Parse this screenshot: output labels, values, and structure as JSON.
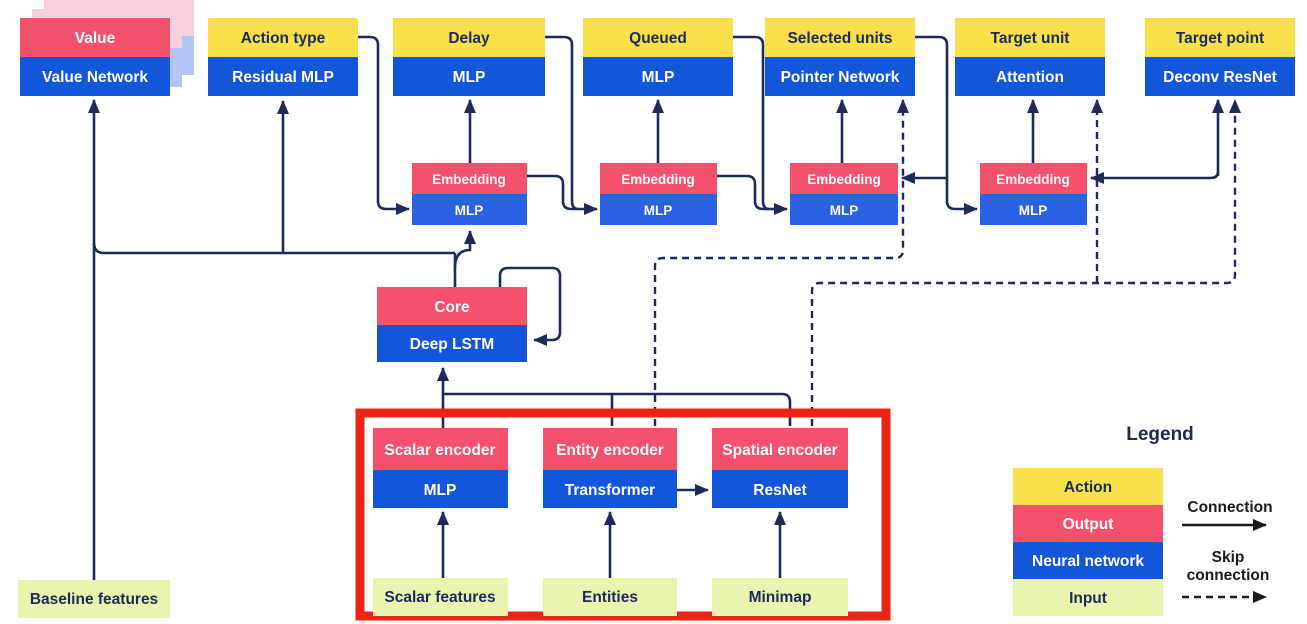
{
  "colors": {
    "action_yellow": "#F8E04B",
    "output_pink": "#F4516C",
    "network_blue": "#1356D9",
    "embedding_blue": "#2A62E4",
    "input_green": "#EAF4AF",
    "ghost_pink": "#F9CEDF",
    "ghost_blue": "#B3C5F2",
    "line_navy": "#1E2B58",
    "highlight_red": "#EB2417"
  },
  "heads": [
    {
      "top": "Value",
      "bottom": "Value Network",
      "top_type": "output"
    },
    {
      "top": "Action type",
      "bottom": "Residual MLP",
      "top_type": "action"
    },
    {
      "top": "Delay",
      "bottom": "MLP",
      "top_type": "action"
    },
    {
      "top": "Queued",
      "bottom": "MLP",
      "top_type": "action"
    },
    {
      "top": "Selected units",
      "bottom": "Pointer Network",
      "top_type": "action"
    },
    {
      "top": "Target unit",
      "bottom": "Attention",
      "top_type": "action"
    },
    {
      "top": "Target point",
      "bottom": "Deconv ResNet",
      "top_type": "action"
    }
  ],
  "embeddings": [
    {
      "top": "Embedding",
      "bottom": "MLP"
    },
    {
      "top": "Embedding",
      "bottom": "MLP"
    },
    {
      "top": "Embedding",
      "bottom": "MLP"
    },
    {
      "top": "Embedding",
      "bottom": "MLP"
    }
  ],
  "core": {
    "top": "Core",
    "bottom": "Deep LSTM"
  },
  "encoders": [
    {
      "top": "Scalar encoder",
      "bottom": "MLP"
    },
    {
      "top": "Entity encoder",
      "bottom": "Transformer"
    },
    {
      "top": "Spatial encoder",
      "bottom": "ResNet"
    }
  ],
  "inputs": {
    "baseline": "Baseline features",
    "scalar": "Scalar features",
    "entities": "Entities",
    "minimap": "Minimap"
  },
  "legend": {
    "title": "Legend",
    "items": [
      {
        "label": "Action",
        "color": "#F8E04B"
      },
      {
        "label": "Output",
        "color": "#F4516C"
      },
      {
        "label": "Neural network",
        "color": "#1356D9"
      },
      {
        "label": "Input",
        "color": "#EAF4AF"
      }
    ],
    "connection_label": "Connection",
    "skip_label_line1": "Skip",
    "skip_label_line2": "connection"
  }
}
